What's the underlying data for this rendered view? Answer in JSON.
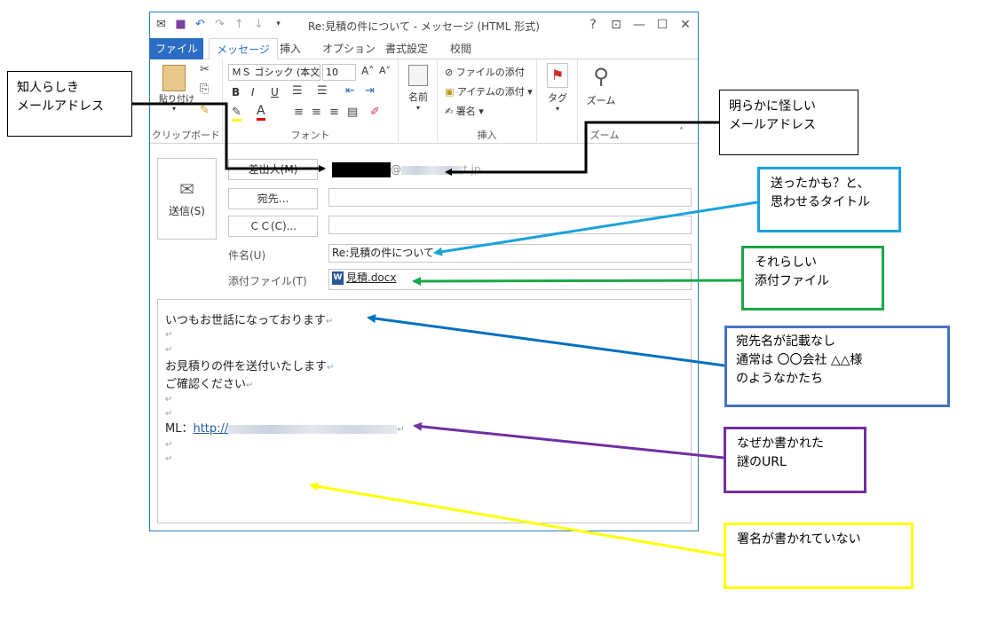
{
  "window": {
    "title": "Re:見積の件について - メッセージ (HTML 形式)",
    "tabs": [
      "ファイル",
      "メッセージ",
      "挿入",
      "オプション",
      "書式設定",
      "校閲"
    ],
    "active_tab": "メッセージ",
    "title_controls": {
      "help": "?",
      "restore_ribbon": "⊡",
      "minimize": "—",
      "maximize": "☐",
      "close": "✕"
    }
  },
  "ribbon": {
    "clipboard": {
      "paste": "貼り付け",
      "group": "クリップボード"
    },
    "font": {
      "name": "ＭＳ ゴシック (本文",
      "size": "10",
      "bold": "B",
      "italic": "I",
      "underline": "U",
      "group": "フォント"
    },
    "names": {
      "label": "名前"
    },
    "insert": {
      "attach_file": "ファイルの添付",
      "attach_item": "アイテムの添付",
      "signature": "署名",
      "group": "挿入"
    },
    "tags": {
      "label": "タグ"
    },
    "zoom": {
      "label": "ズーム",
      "group": "ズーム"
    }
  },
  "compose": {
    "send": "送信(S)",
    "from_button": "差出人(M)",
    "from_value": "@",
    "from_suffix": "t.jp",
    "to_button": "宛先...",
    "cc_button": "ＣＣ(C)...",
    "subject_label": "件名(U)",
    "subject_value": "Re:見積の件について",
    "attach_label": "添付ファイル(T)",
    "attachment": "見積.docx"
  },
  "body": {
    "line1": "いつもお世話になっております",
    "line2": "お見積りの件を送付いたします",
    "line3": "ご確認ください",
    "url_prefix": "ML：",
    "url_text": "http://"
  },
  "annotations": {
    "known_address": [
      "知人らしき",
      "メールアドレス"
    ],
    "suspicious_address": [
      "明らかに怪しい",
      "メールアドレス"
    ],
    "title_note": [
      "送ったかも？と、",
      "思わせるタイトル"
    ],
    "attachment_note": [
      "それらしい",
      "添付ファイル"
    ],
    "recipient_note": [
      "宛先名が記載なし",
      "通常は 〇〇会社 △△様",
      "のようなかたち"
    ],
    "url_note": [
      "なぜか書かれた",
      "謎のURL"
    ],
    "signature_note": [
      "署名が書かれていない"
    ]
  },
  "colors": {
    "accent": "#2b6cc4",
    "title_note": "#1aa3dc",
    "attachment_note": "#1aa847",
    "recipient_note": "#4472c4",
    "url_note": "#7030a0",
    "signature_note": "#ffff00",
    "address_notes": "#000000"
  }
}
